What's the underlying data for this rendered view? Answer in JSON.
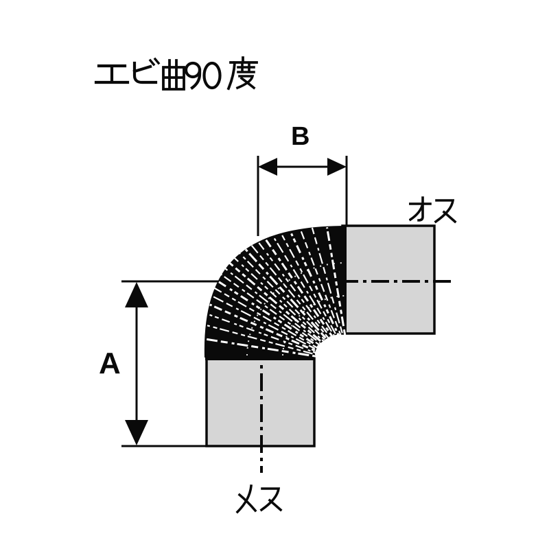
{
  "title": "エビ曲90度",
  "diagram": {
    "dimension_a_label": "A",
    "dimension_b_label": "B",
    "male_end_label": "オス",
    "female_end_label": "メス",
    "colors": {
      "line": "#0a0a0a",
      "pipe_fill": "#d6d6d6",
      "background": "#ffffff"
    }
  }
}
